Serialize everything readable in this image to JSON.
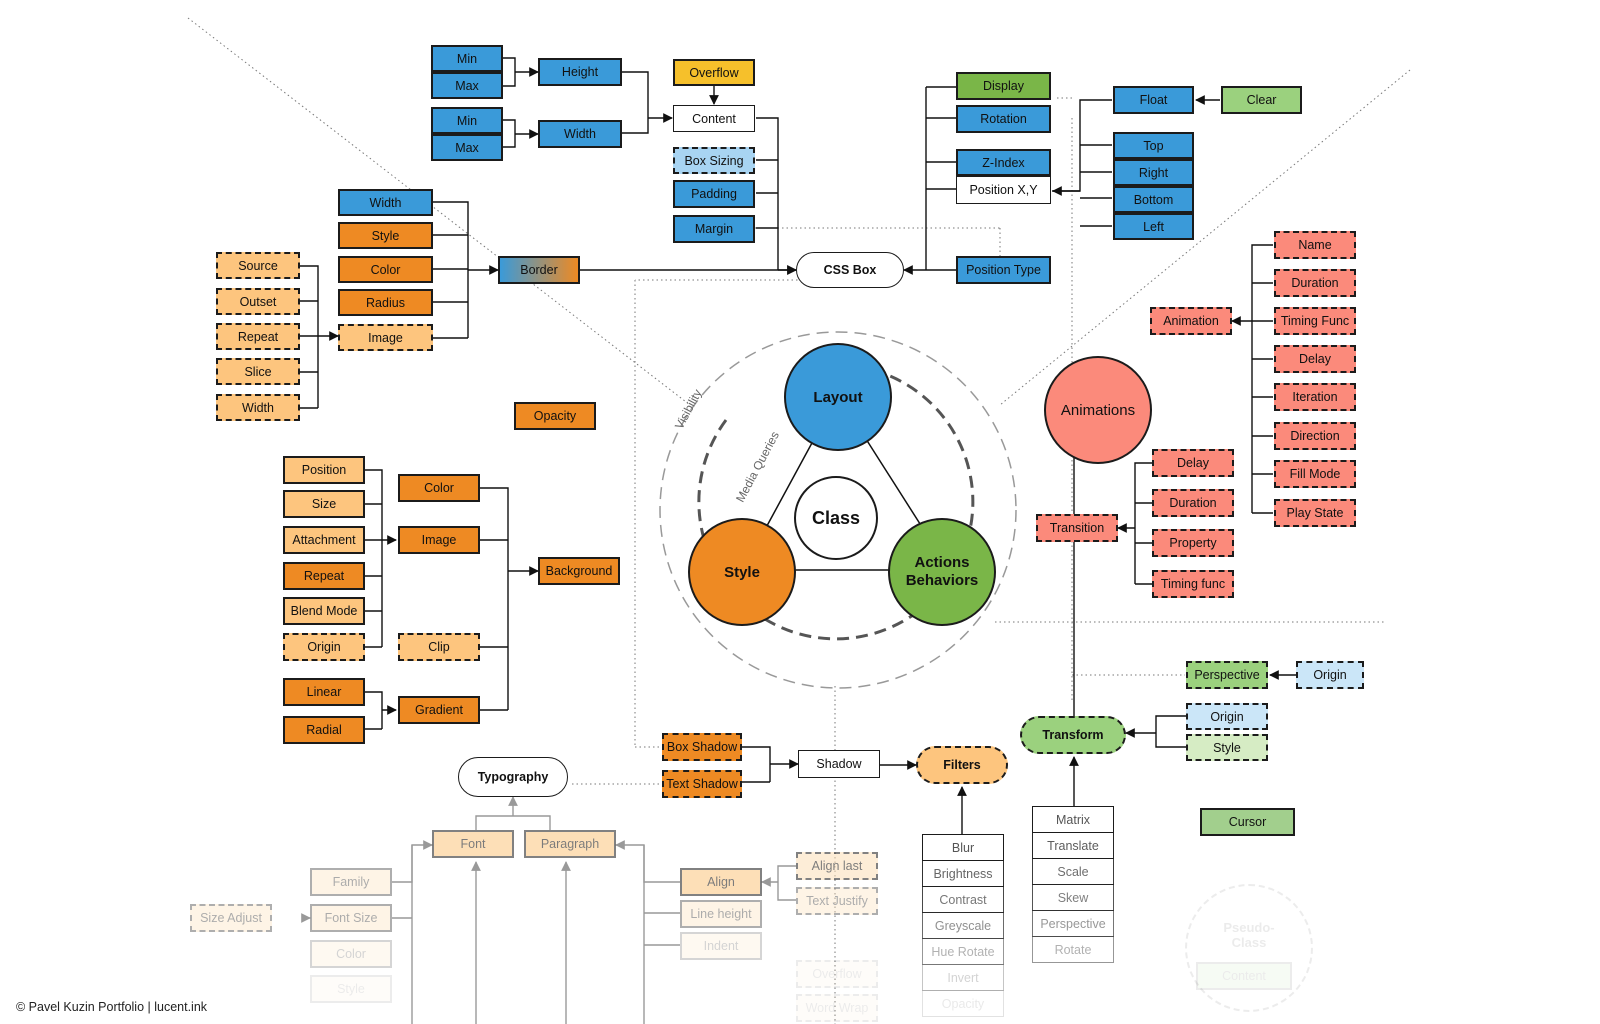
{
  "center": {
    "layout": "Layout",
    "class": "Class",
    "style": "Style",
    "actions_line1": "Actions",
    "actions_line2": "Behaviors",
    "visibility": "Visibility",
    "media_queries": "Media Queries"
  },
  "layout_branch": {
    "height_min": "Min",
    "height_max": "Max",
    "height": "Height",
    "width_min": "Min",
    "width_max": "Max",
    "width": "Width",
    "overflow": "Overflow",
    "content": "Content",
    "box_sizing": "Box Sizing",
    "padding": "Padding",
    "margin": "Margin",
    "css_box": "CSS Box",
    "display": "Display",
    "rotation": "Rotation",
    "z_index": "Z-Index",
    "position_xy": "Position X,Y",
    "position_type": "Position Type",
    "float": "Float",
    "clear": "Clear",
    "top": "Top",
    "right": "Right",
    "bottom": "Bottom",
    "left": "Left"
  },
  "border_branch": {
    "width": "Width",
    "style": "Style",
    "color": "Color",
    "radius": "Radius",
    "image": "Image",
    "border": "Border",
    "source": "Source",
    "outset": "Outset",
    "repeat": "Repeat",
    "slice": "Slice",
    "img_width": "Width",
    "opacity": "Opacity"
  },
  "background_branch": {
    "position": "Position",
    "size": "Size",
    "attachment": "Attachment",
    "repeat": "Repeat",
    "blend_mode": "Blend Mode",
    "origin": "Origin",
    "color": "Color",
    "image": "Image",
    "clip": "Clip",
    "linear": "Linear",
    "radial": "Radial",
    "gradient": "Gradient",
    "background": "Background"
  },
  "animations_branch": {
    "animations": "Animations",
    "animation": "Animation",
    "name": "Name",
    "duration": "Duration",
    "timing_func": "Timing Func",
    "delay": "Delay",
    "iteration": "Iteration",
    "direction": "Direction",
    "fill_mode": "Fill Mode",
    "play_state": "Play State",
    "transition": "Transition",
    "t_delay": "Delay",
    "t_duration": "Duration",
    "t_property": "Property",
    "t_timing": "Timing func"
  },
  "effects_branch": {
    "box_shadow": "Box Shadow",
    "text_shadow": "Text Shadow",
    "shadow": "Shadow",
    "filters": "Filters",
    "transform": "Transform",
    "perspective": "Perspective",
    "perspective_origin": "Origin",
    "origin": "Origin",
    "style": "Style",
    "cursor": "Cursor",
    "filter_items": [
      "Blur",
      "Brightness",
      "Contrast",
      "Greyscale",
      "Hue Rotate",
      "Invert",
      "Opacity"
    ],
    "transform_items": [
      "Matrix",
      "Translate",
      "Scale",
      "Skew",
      "Perspective",
      "Rotate"
    ]
  },
  "typography_branch": {
    "typography": "Typography",
    "font": "Font",
    "paragraph": "Paragraph",
    "family": "Family",
    "font_size": "Font Size",
    "size_adjust": "Size Adjust",
    "color": "Color",
    "style": "Style",
    "align": "Align",
    "align_last": "Align last",
    "text_justify": "Text Justify",
    "line_height": "Line height",
    "indent": "Indent",
    "overflow": "Overflow",
    "word_wrap": "Word Wrap"
  },
  "pseudo": {
    "pseudo_class": "Pseudo-Class",
    "content": "Content"
  },
  "footer": {
    "credit": "© Pavel Kuzin Portfolio | lucent.ink"
  },
  "colors": {
    "blue": "#3a9ad9",
    "green": "#7ab648",
    "orange": "#ee8a23",
    "yellow": "#f6c02b",
    "salmon": "#fb8a7b",
    "light_orange": "#fdc57e",
    "light_green": "#9bd17e",
    "light_blue": "#a8d4f2"
  }
}
